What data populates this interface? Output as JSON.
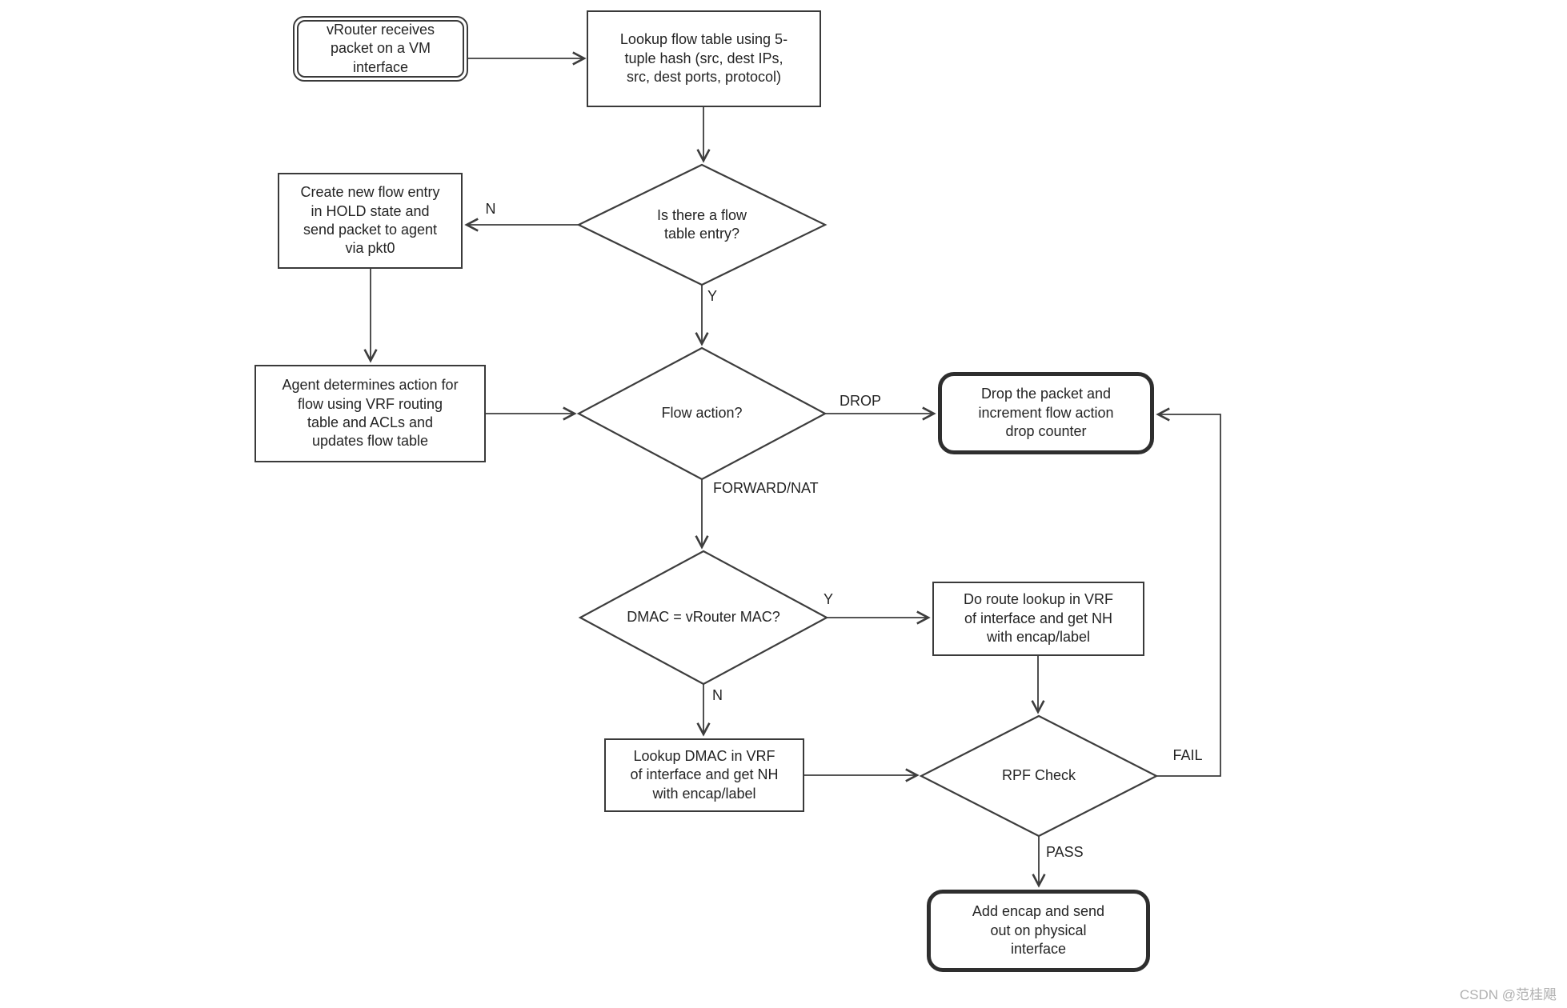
{
  "diagram": {
    "nodes": {
      "start": "vRouter receives packet on a VM interface",
      "lookup_flow": "Lookup flow table using 5-tuple hash (src, dest IPs, src, dest ports, protocol)",
      "flow_entry_q": "Is there a flow table entry?",
      "create_flow": "Create new flow entry in HOLD state and send packet to agent via pkt0",
      "agent_action": "Agent determines action for flow using VRF routing table and ACLs and updates flow table",
      "flow_action_q": "Flow action?",
      "drop_packet": "Drop the packet and increment flow action drop counter",
      "dmac_q": "DMAC = vRouter MAC?",
      "route_lookup": "Do route lookup in VRF of interface and get NH with encap/label",
      "lookup_dmac": "Lookup DMAC in VRF of interface and get NH with encap/label",
      "rpf_check": "RPF Check",
      "add_encap": "Add encap and send out on physical interface"
    },
    "edge_labels": {
      "no_entry": "N",
      "yes_entry": "Y",
      "drop": "DROP",
      "forward_nat": "FORWARD/NAT",
      "dmac_yes": "Y",
      "dmac_no": "N",
      "fail": "FAIL",
      "pass": "PASS"
    },
    "colors": {
      "line": "#3d3d3d",
      "text": "#242424",
      "watermark": "#b0b0b0",
      "background": "#ffffff"
    }
  },
  "watermark": "CSDN @范桂飓"
}
